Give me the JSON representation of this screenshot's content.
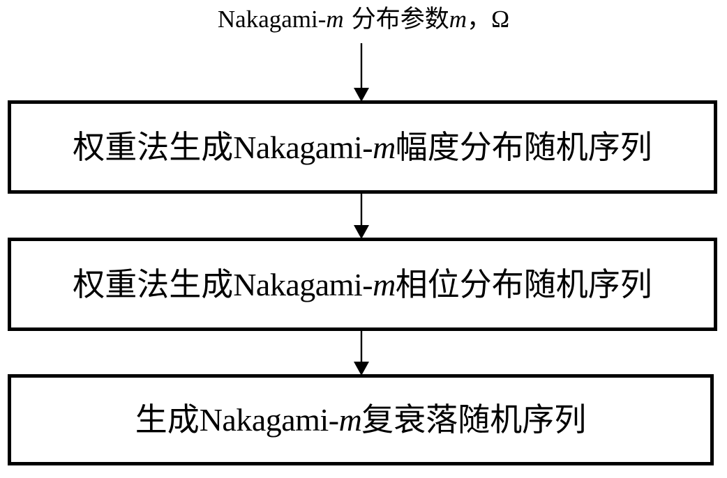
{
  "diagram": {
    "title_label": {
      "latin_prefix": "Nakagami-",
      "italic_var_1": "m",
      "cjk_middle": " 分布参数",
      "italic_var_2": "m",
      "cjk_comma": "，",
      "greek_omega": "Ω",
      "full_text": "Nakagami-m 分布参数m，Ω"
    },
    "nodes": [
      {
        "id": "node-amplitude",
        "shape": "rectangle",
        "cjk_prefix": "权重法生成",
        "latin": "Nakagami-",
        "italic_var": "m",
        "cjk_suffix": "幅度分布随机序列",
        "full_text": "权重法生成Nakagami-m幅度分布随机序列"
      },
      {
        "id": "node-phase",
        "shape": "rectangle",
        "cjk_prefix": "权重法生成",
        "latin": "Nakagami-",
        "italic_var": "m",
        "cjk_suffix": "相位分布随机序列",
        "full_text": "权重法生成Nakagami-m相位分布随机序列"
      },
      {
        "id": "node-complex-fading",
        "shape": "rectangle",
        "cjk_prefix": "生成",
        "latin": "Nakagami-",
        "italic_var": "m",
        "cjk_suffix": "复衰落随机序列",
        "full_text": "生成Nakagami-m复衰落随机序列"
      }
    ],
    "connectors": [
      {
        "id": "arrow-title-to-box1",
        "from": "title_label",
        "to": "node-amplitude",
        "direction": "down"
      },
      {
        "id": "arrow-box1-to-box2",
        "from": "node-amplitude",
        "to": "node-phase",
        "direction": "down"
      },
      {
        "id": "arrow-box2-to-box3",
        "from": "node-phase",
        "to": "node-complex-fading",
        "direction": "down"
      }
    ],
    "colors": {
      "stroke": "#000000",
      "fill": "#ffffff",
      "text": "#000000"
    }
  }
}
